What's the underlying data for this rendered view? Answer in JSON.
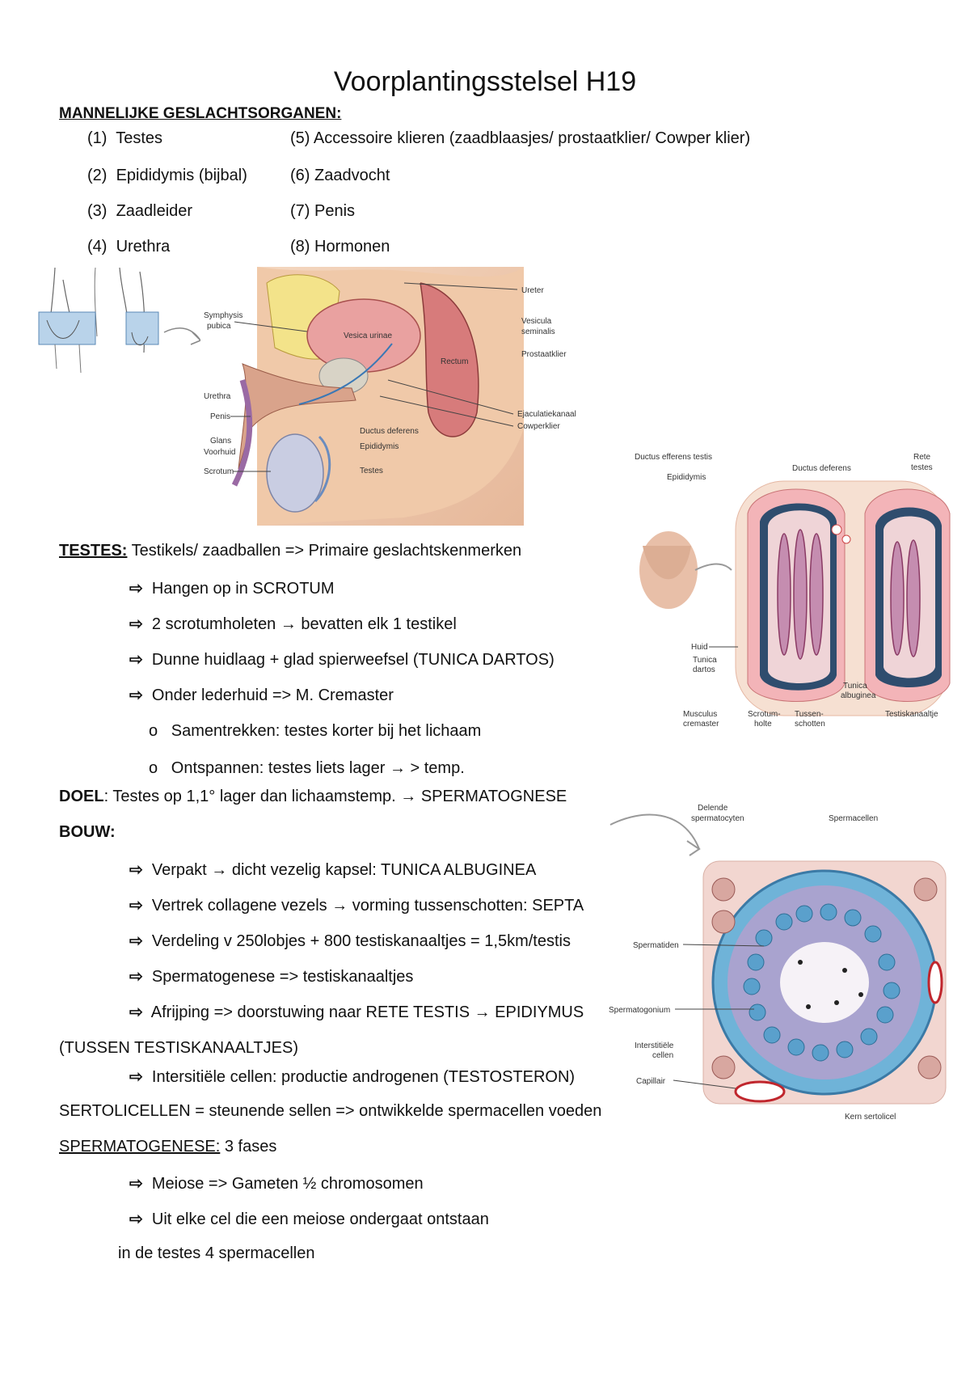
{
  "title": "Voorplantingsstelsel H19",
  "male_heading": "MANNELIJKE GESLACHTSORGANEN:",
  "organs_left": [
    {
      "num": "(1)",
      "label": "Testes"
    },
    {
      "num": "(2)",
      "label": "Epididymis (bijbal)"
    },
    {
      "num": "(3)",
      "label": "Zaadleider"
    },
    {
      "num": "(4)",
      "label": "Urethra"
    }
  ],
  "organs_right": [
    {
      "num": "(5)",
      "label": "Accessoire klieren (zaadblaasjes/ prostaatklier/ Cowper klier)"
    },
    {
      "num": "(6)",
      "label": "Zaadvocht"
    },
    {
      "num": "(7)",
      "label": "Penis"
    },
    {
      "num": "(8)",
      "label": "Hormonen"
    }
  ],
  "figure1_labels": {
    "ureter": "Ureter",
    "vesica": "Vesica urinae",
    "vesicula": "Vesicula",
    "seminalis": "seminalis",
    "prostaat": "Prostaatklier",
    "symphysis": "Symphysis",
    "pubica": "pubica",
    "rectum": "Rectum",
    "urethra": "Urethra",
    "penis": "Penis",
    "glans": "Glans",
    "voorhuid": "Voorhuid",
    "scrotum": "Scrotum",
    "ductus": "Ductus deferens",
    "epididymis": "Epididymis",
    "testes": "Testes",
    "ejaculatie": "Ejaculatiekanaal",
    "cowper": "Cowperklier"
  },
  "figure2_labels": {
    "efferens": "Ductus efferens testis",
    "epididymis": "Epididymis",
    "deferens": "Ductus deferens",
    "rete1": "Rete",
    "rete2": "testes",
    "huid": "Huid",
    "dartos1": "Tunica",
    "dartos2": "dartos",
    "albuginea1": "Tunica",
    "albuginea2": "albuginea",
    "musculus1": "Musculus",
    "musculus2": "cremaster",
    "scrotum1": "Scrotum-",
    "scrotum2": "holte",
    "tussen1": "Tussen-",
    "tussen2": "schotten",
    "kanaal": "Testiskanaaltje"
  },
  "figure3_labels": {
    "delende1": "Delende",
    "delende2": "spermatocyten",
    "spermacellen": "Spermacellen",
    "spermatiden": "Spermatiden",
    "spermatogonium": "Spermatogonium",
    "interstitiele1": "Interstitiële",
    "interstitiele2": "cellen",
    "capillair": "Capillair",
    "sertoli": "Kern sertolicel"
  },
  "testes": {
    "heading": "TESTES:",
    "text": " Testikels/ zaadballen => Primaire geslachtskenmerken",
    "bullets": [
      "Hangen op in SCROTUM",
      "2 scrotumholeten → bevatten elk 1 testikel",
      "Dunne huidlaag + glad spierweefsel (TUNICA DARTOS)",
      "Onder lederhuid => M. Cremaster"
    ],
    "sub": [
      "Samentrekken: testes korter bij het lichaam",
      "Ontspannen: testes liets lager → > temp."
    ]
  },
  "doel": {
    "label": "DOEL",
    "text": ": Testes op 1,1° lager dan lichaamstemp. → SPERMATOGNESE"
  },
  "bouw": {
    "heading": "BOUW:",
    "bullets": [
      "Verpakt → dicht vezelig kapsel: TUNICA ALBUGINEA",
      "Vertrek collagene vezels → vorming tussenschotten: SEPTA",
      "Verdeling v 250lobjes + 800 testiskanaaltjes = 1,5km/testis",
      "Spermatogenese => testiskanaaltjes",
      "Afrijping => doorstuwing naar RETE TESTIS → EPIDIYMUS"
    ]
  },
  "tussen": "(TUSSEN TESTISKANAALTJES)",
  "intersitiele": "Intersitiële cellen: productie androgenen (TESTOSTERON)",
  "sertoli": "SERTOLICELLEN = steunende sellen => ontwikkelde spermacellen voeden",
  "spermatogenese": {
    "heading": "SPERMATOGENESE:",
    "text": " 3 fases",
    "bullets": [
      "Meiose => Gameten ½ chromosomen",
      "Uit elke cel die een meiose ondergaat ontstaan"
    ],
    "continuation": "in de testes 4 spermacellen"
  },
  "symbols": {
    "bullet": "⇨",
    "circle": "o"
  }
}
